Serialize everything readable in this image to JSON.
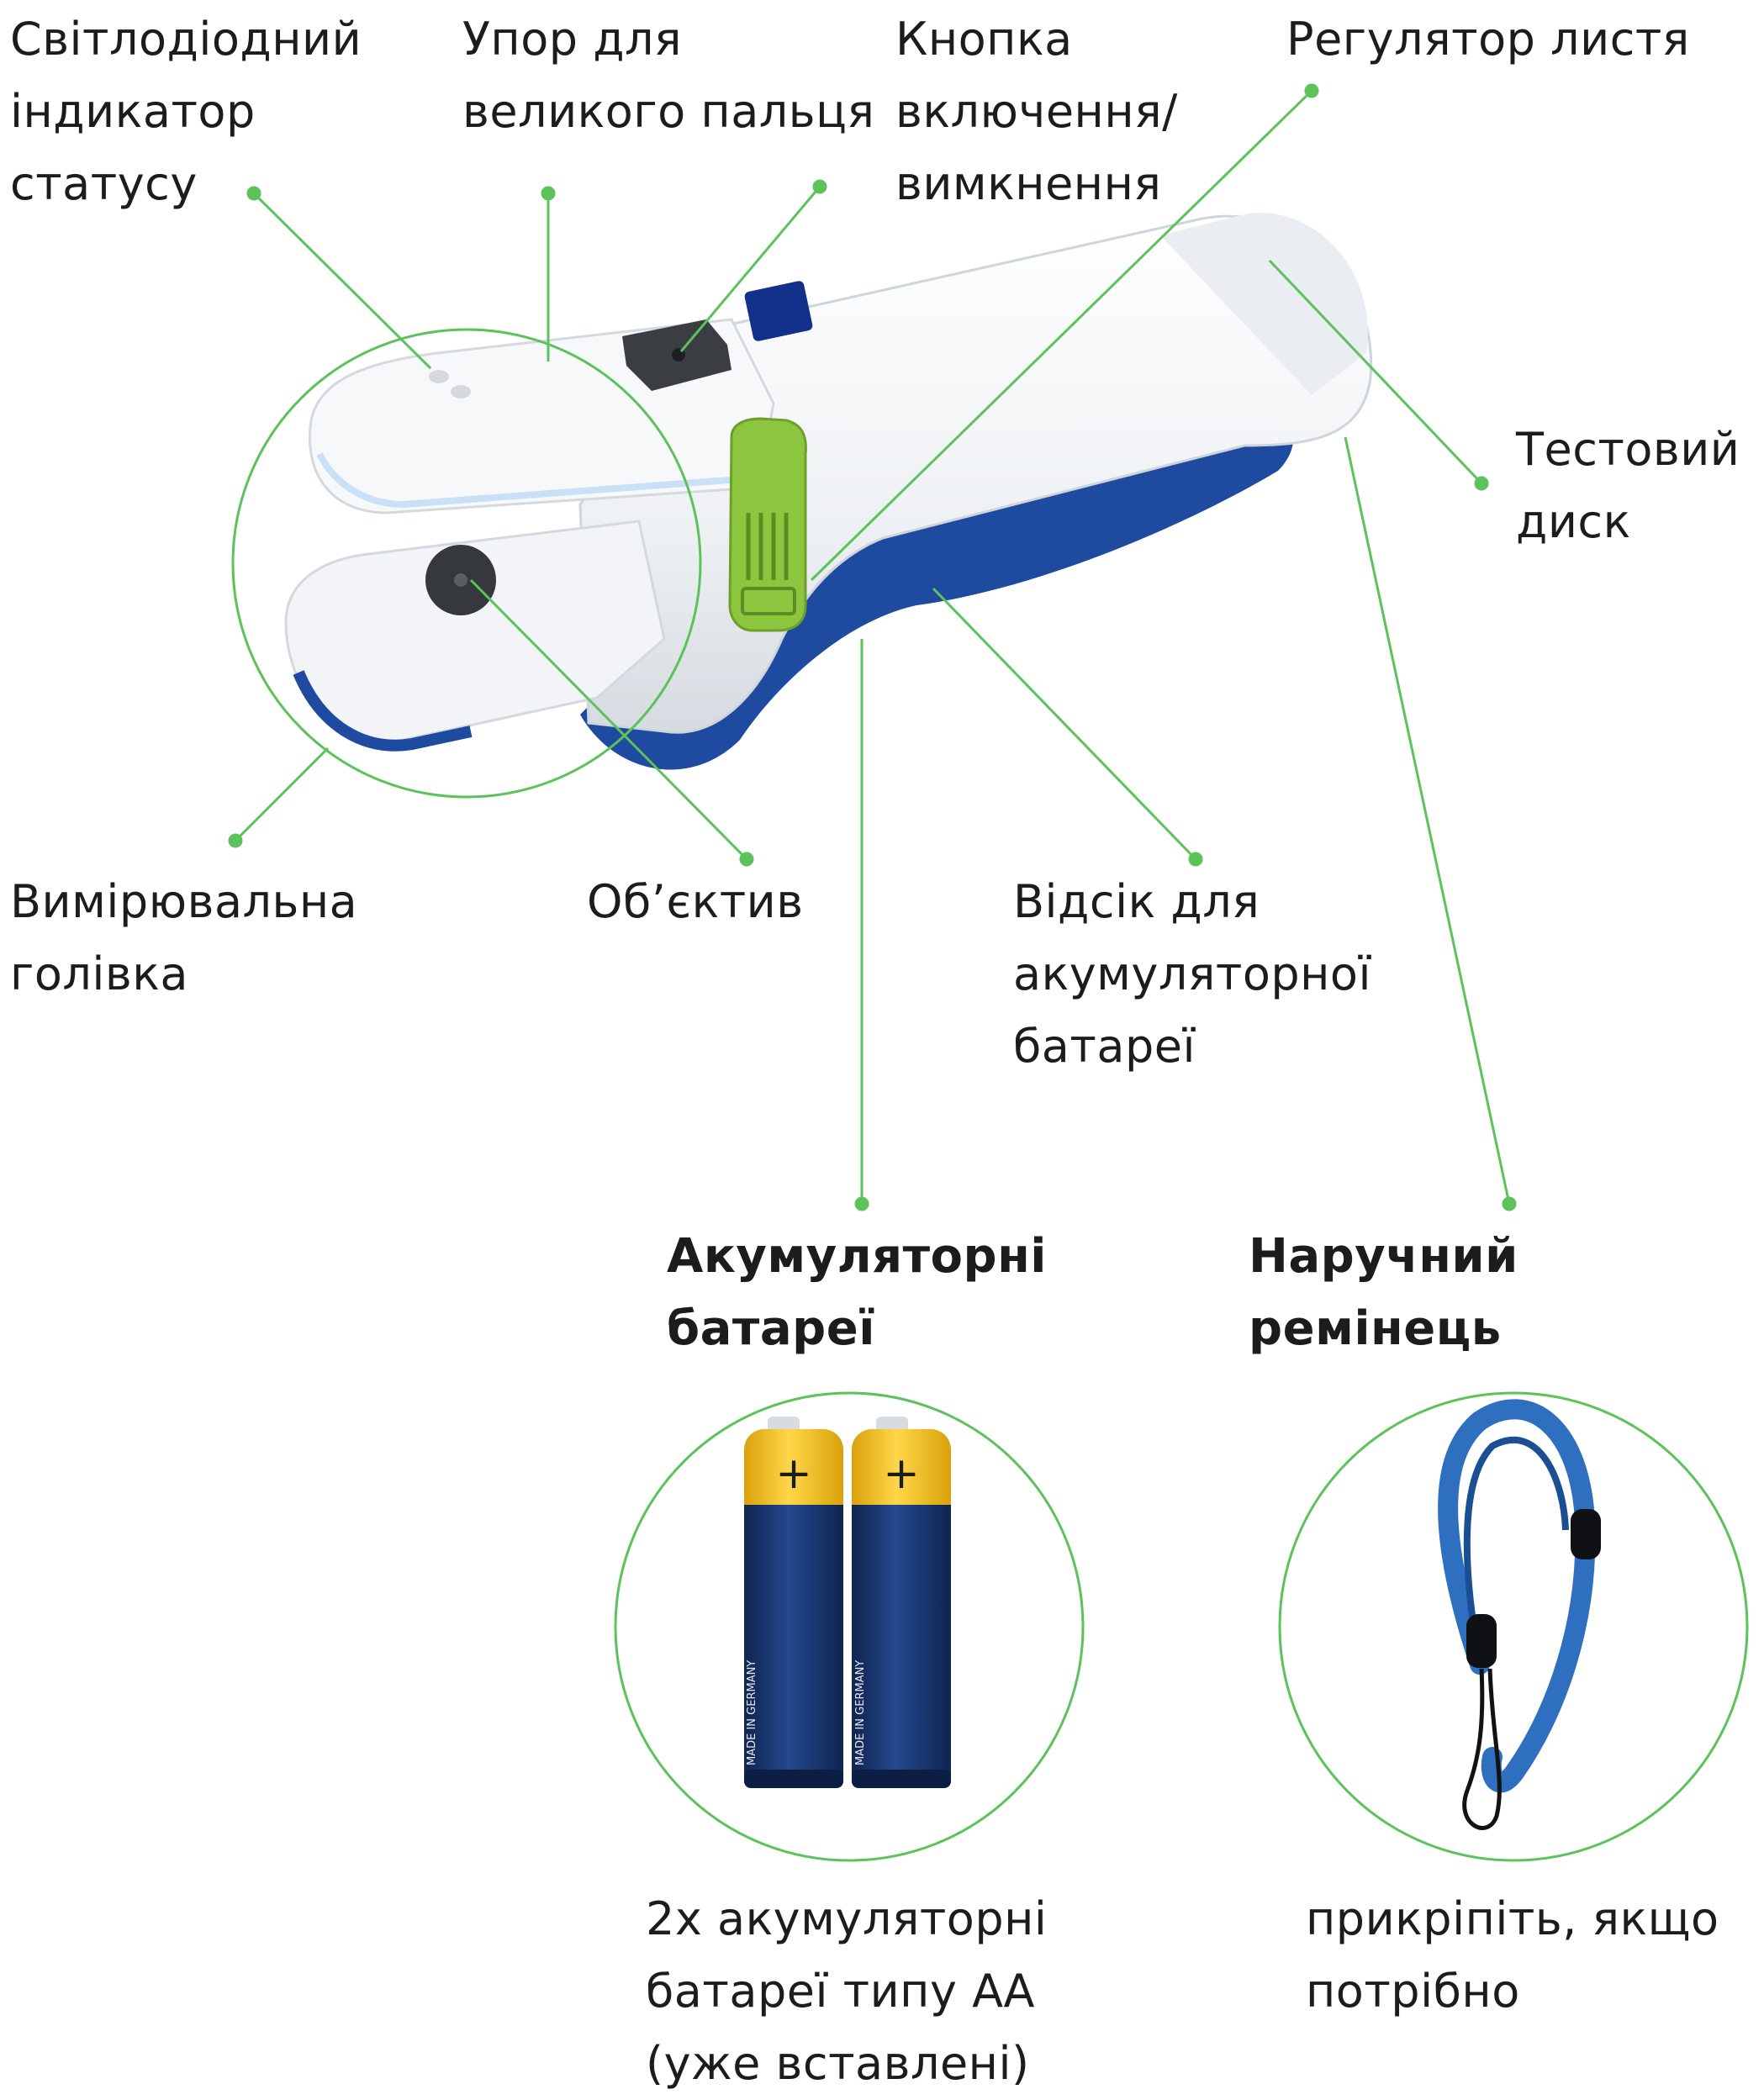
{
  "colors": {
    "accent_green": "#5cc25a",
    "device_white": "#f4f6f8",
    "grip_blue": "#1e4aa0",
    "lever_green": "#8cc63f",
    "battery_yellow": "#f6c21c",
    "battery_blue": "#14306a",
    "strap_blue": "#2f6fc0"
  },
  "labels": {
    "led": "Світлодіодний\nіндикатор\nстатусу",
    "thumb": "Упор для\nвеликого пальця",
    "power": "Кнопка\nвключення/\nвимкнення",
    "leaf": "Регулятор листя",
    "disc": "Тестовий\nдиск",
    "head": "Вимірювальна\nголівка",
    "lens": "Об’єктив",
    "battery_bay": "Відсік для\nакумуляторної\nбатареї"
  },
  "accessories": {
    "batteries": {
      "title": "Акумуляторні\nбатареї",
      "caption": "2x акумуляторні\nбатареї типу АА\n(уже вставлені)",
      "plus": "+",
      "side_text": "MADE IN GERMANY"
    },
    "strap": {
      "title": "Наручний ремінець",
      "caption": "прикріпіть, якщо\nпотрібно"
    }
  }
}
